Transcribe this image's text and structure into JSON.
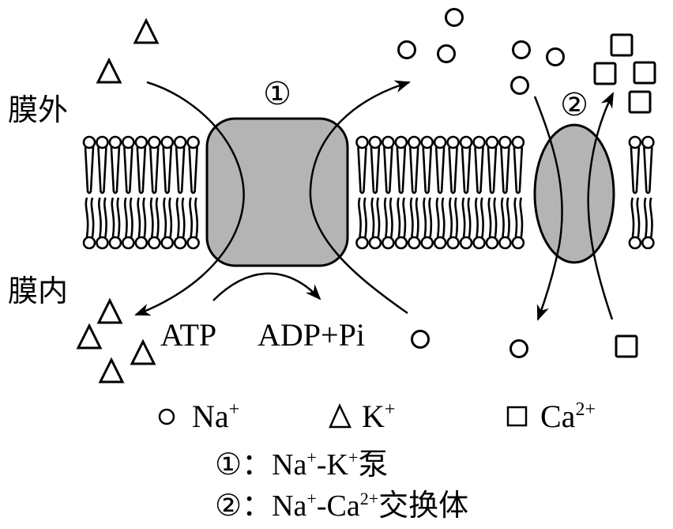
{
  "labels": {
    "outside": "膜外",
    "inside": "膜内",
    "pump_marker": "①",
    "exchanger_marker": "②",
    "atp": "ATP",
    "adp": "ADP+Pi"
  },
  "legend": {
    "items": [
      {
        "symbol": "circle",
        "ion": "Na",
        "charge": "+"
      },
      {
        "symbol": "triangle",
        "ion": "K",
        "charge": "+"
      },
      {
        "symbol": "square",
        "ion": "Ca",
        "charge": "2+"
      }
    ]
  },
  "key": [
    {
      "marker": "①",
      "sep": "：",
      "parts": [
        [
          "Na",
          "+"
        ],
        [
          "-K",
          "+"
        ]
      ],
      "suffix": "泵"
    },
    {
      "marker": "②",
      "sep": "：",
      "parts": [
        [
          "Na",
          "+"
        ],
        [
          "-Ca",
          "2+"
        ]
      ],
      "suffix": "交换体"
    }
  ],
  "ions": {
    "Na_symbol": "circle",
    "K_symbol": "triangle",
    "Ca_symbol": "square",
    "outside_counts": {
      "Na": 6,
      "K": 2,
      "Ca": 4
    },
    "inside_counts": {
      "Na": 2,
      "K": 4,
      "Ca": 1
    }
  },
  "proteins": [
    {
      "id": "pump",
      "name": "Na+-K+ pump",
      "marker": "①",
      "fill": "#b4b4b4"
    },
    {
      "id": "exchanger",
      "name": "Na+-Ca2+ exchanger",
      "marker": "②",
      "fill": "#b4b4b4"
    }
  ],
  "colors": {
    "stroke": "#000000",
    "protein": "#b4b4b4",
    "background": "#ffffff"
  }
}
